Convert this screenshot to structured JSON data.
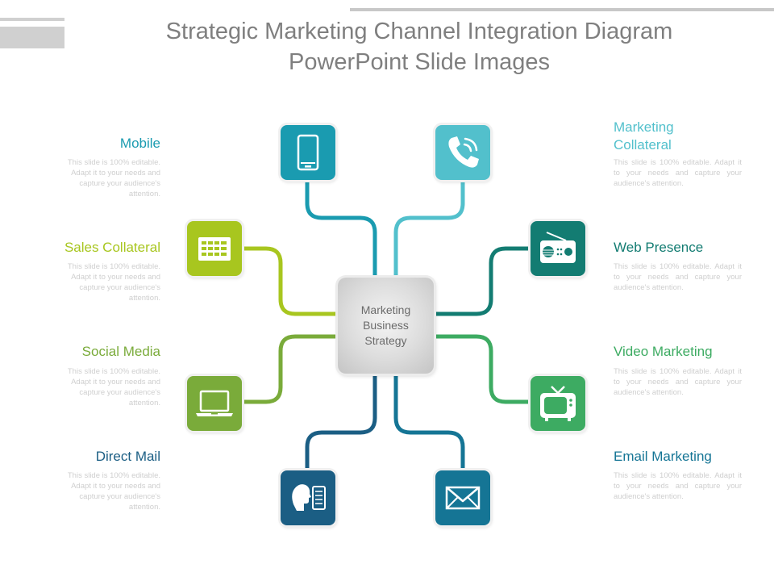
{
  "title": {
    "line1": "Strategic Marketing Channel Integration Diagram",
    "line2": "PowerPoint Slide Images"
  },
  "center": {
    "label": "Marketing Business Strategy"
  },
  "colors": {
    "mobile": "#1a9bb0",
    "marketing_collateral": "#52c0cc",
    "sales_collateral": "#a8c61f",
    "web_presence": "#137c72",
    "social_media": "#7aab3a",
    "video_marketing": "#3dab62",
    "direct_mail": "#1b5e84",
    "email_marketing": "#157595",
    "description_text": "#cfcfcf",
    "center_text": "#6b6b6b"
  },
  "channels": [
    {
      "key": "mobile",
      "heading": "Mobile",
      "icon": "smartphone-icon",
      "description": "This slide is 100% editable. Adapt it to your needs and capture your audience's attention."
    },
    {
      "key": "sales_collateral",
      "heading": "Sales Collateral",
      "icon": "calendar-icon",
      "description": "This slide is 100% editable. Adapt it to your needs and capture your audience's attention."
    },
    {
      "key": "social_media",
      "heading": "Social Media",
      "icon": "laptop-icon",
      "description": "This slide is 100% editable. Adapt it to your needs and capture your audience's attention."
    },
    {
      "key": "direct_mail",
      "heading": "Direct Mail",
      "icon": "person-profile-icon",
      "description": "This slide is 100% editable. Adapt it to your needs and capture your audience's attention."
    },
    {
      "key": "marketing_collateral",
      "heading": "Marketing Collateral",
      "icon": "phone-call-icon",
      "description": "This slide is 100% editable. Adapt it to your needs and capture your audience's attention."
    },
    {
      "key": "web_presence",
      "heading": "Web Presence",
      "icon": "radio-icon",
      "description": "This slide is 100% editable. Adapt it to your needs and capture your audience's attention."
    },
    {
      "key": "video_marketing",
      "heading": "Video Marketing",
      "icon": "tv-icon",
      "description": "This slide is 100% editable. Adapt it to your needs and capture your audience's attention."
    },
    {
      "key": "email_marketing",
      "heading": "Email Marketing",
      "icon": "envelope-icon",
      "description": "This slide is 100% editable. Adapt it to your needs and capture your audience's attention."
    }
  ]
}
